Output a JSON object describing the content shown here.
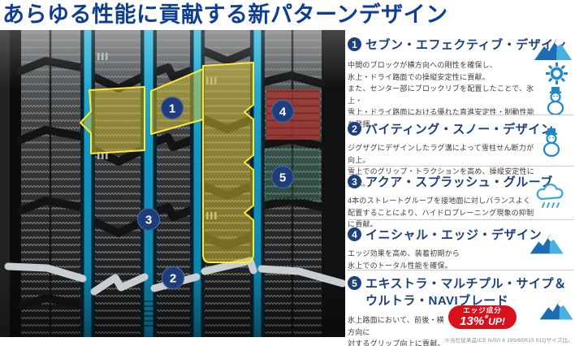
{
  "page": {
    "title": "あらゆる性能に貢献する新パターンデザイン",
    "colors": {
      "title_blue": "#0d3e92",
      "heading_navy": "#1c3f7d",
      "body_gray": "#3b3b3b",
      "divider": "#c9cdd1",
      "badge_red": "#d8121c",
      "icon_blue": "#1e88c9",
      "groove_cyan": "#129ac6",
      "highlight_yellow": "#ffe93c",
      "highlight_red": "#a2423d",
      "highlight_green": "#35765e"
    }
  },
  "tire": {
    "markers": [
      {
        "n": "1"
      },
      {
        "n": "2"
      },
      {
        "n": "3"
      },
      {
        "n": "4"
      },
      {
        "n": "5"
      }
    ]
  },
  "sections": [
    {
      "num": "1",
      "title": "セブン・エフェクティブ・デザイン",
      "body": "中間のブロックが横方向への剛性を確保し、\n氷上・ドライ路面での操縦安定性に貢献。\nまた、センター部にブロックリブを配置したことで、氷上・\n雪上・ドライ路面における優れた直進安定性・制動性能を発揮。",
      "icons": [
        "mountain-icon",
        "sun-icon",
        "snowman-icon"
      ]
    },
    {
      "num": "2",
      "title": "バイティング・スノー・デザイン",
      "body": "ジグザグにデザインしたラグ溝によって雪柱せん断力が向上。\n雪上でのグリップ・トラクションを高め、操縦安定性に貢献。",
      "icons": [
        "snowman-icon"
      ]
    },
    {
      "num": "3",
      "title": "アクア・スプラッシュ・グルーブ",
      "body": "4本のストレートグルーブを接地面に対しバランスよく\n配置することにより、ハイドロプレーニング現象の抑制に貢献。",
      "icons": [
        "rain-cloud-icon"
      ]
    },
    {
      "num": "4",
      "title": "イニシャル・エッジ・デザイン",
      "body": "エッジ効果を高め、装着初期から\n氷上でのトータル性能を確保。",
      "icons": [
        "mountain-icon"
      ]
    },
    {
      "num": "5",
      "title_line1": "エキストラ・マルチプル・サイプ＆",
      "title_line2": "ウルトラ・NAVIブレード",
      "body": "氷上路面において、前後・横方向に\n対するグリップ向上に貢献。",
      "icons": [
        "mountain-icon"
      ],
      "badge": {
        "label": "エッジ成分",
        "value": "13%",
        "note_mark": "※",
        "suffix": "UP!"
      },
      "footnote": "※当社従来品ICE NAVI 6 195/65R15 91Qサイズ比。"
    }
  ]
}
